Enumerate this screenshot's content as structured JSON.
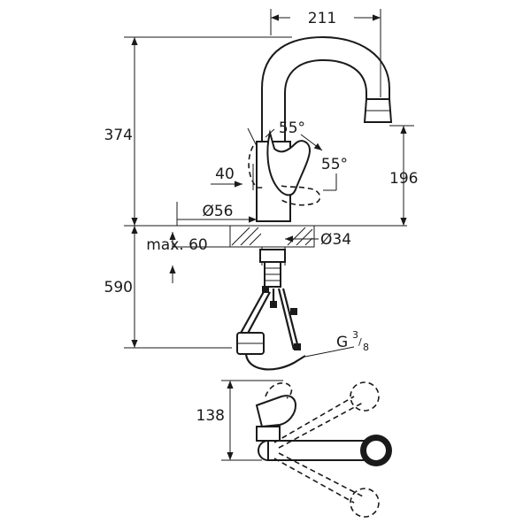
{
  "dimensions": {
    "spout_reach": "211",
    "total_height": "374",
    "lever_angle_top": "55°",
    "lever_angle_side": "55°",
    "lever_offset": "40",
    "spout_height": "196",
    "body_diameter": "Ø56",
    "hole_diameter": "Ø34",
    "max_thickness": "max. 60",
    "hose_length": "590",
    "connection_prefix": "G",
    "connection_num": "3",
    "connection_den": "8",
    "top_view_depth": "138"
  },
  "colors": {
    "line": "#1a1a1a",
    "background": "#ffffff"
  }
}
